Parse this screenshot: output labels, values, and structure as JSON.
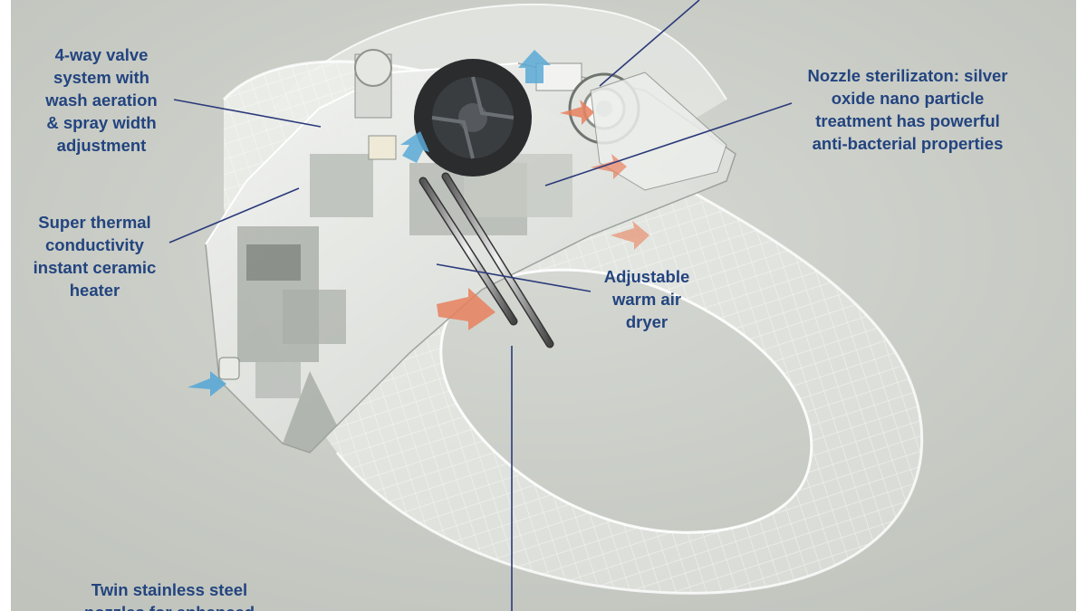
{
  "diagram": {
    "callouts": [
      {
        "id": "valve",
        "lines": [
          "4-way valve",
          "system with",
          "wash aeration",
          "& spray width",
          "adjustment"
        ]
      },
      {
        "id": "heater",
        "lines": [
          "Super thermal",
          "conductivity",
          "instant ceramic",
          "heater"
        ]
      },
      {
        "id": "nozzle_sterilization",
        "lines": [
          "Nozzle sterilizaton: silver",
          "oxide nano particle",
          "treatment has powerful",
          "anti-bacterial properties"
        ]
      },
      {
        "id": "dryer",
        "lines": [
          "Adjustable",
          "warm air",
          "dryer"
        ]
      },
      {
        "id": "twin_nozzles",
        "lines": [
          "Twin stainless steel",
          "nozzles for enhanced"
        ]
      }
    ],
    "colors": {
      "background": "#c9cdc6",
      "label_text": "#23447f",
      "leader_line": "#2b3a7a",
      "airflow_warm": "#e8805e",
      "airflow_cool": "#5aa9d6"
    }
  }
}
